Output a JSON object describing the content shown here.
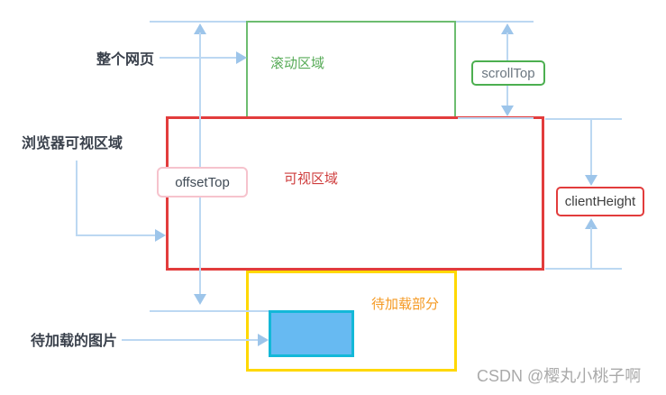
{
  "diagram": {
    "annotations": {
      "whole_page": "整个网页",
      "browser_viewport": "浏览器可视区域",
      "pending_image": "待加载的图片"
    },
    "regions": {
      "scroll_area": "滚动区域",
      "visible_area": "可视区域",
      "pending_area": "待加载部分"
    },
    "measures": {
      "offset_top": "offsetTop",
      "scroll_top": "scrollTop",
      "client_height": "clientHeight"
    },
    "watermark": "CSDN @樱丸小桃子啊"
  },
  "colors": {
    "scroll_area_border": "#6dbd70",
    "scroll_area_text": "#57ab57",
    "visible_area_border": "#e23c3c",
    "visible_area_text": "#cf3d3d",
    "pending_area_border": "#ffd800",
    "pending_area_text": "#f59a23",
    "pending_image_fill": "#67baf2",
    "pending_image_border": "#13b8d8",
    "offset_top_border": "#f6c3cd",
    "scroll_top_border": "#4caf50",
    "client_height_border": "#e23c3c",
    "connector_line": "#bcd8f2",
    "arrow_head": "#9dc5ea",
    "annotation_text": "#3a414c",
    "watermark_text": "#aaaaaa"
  }
}
